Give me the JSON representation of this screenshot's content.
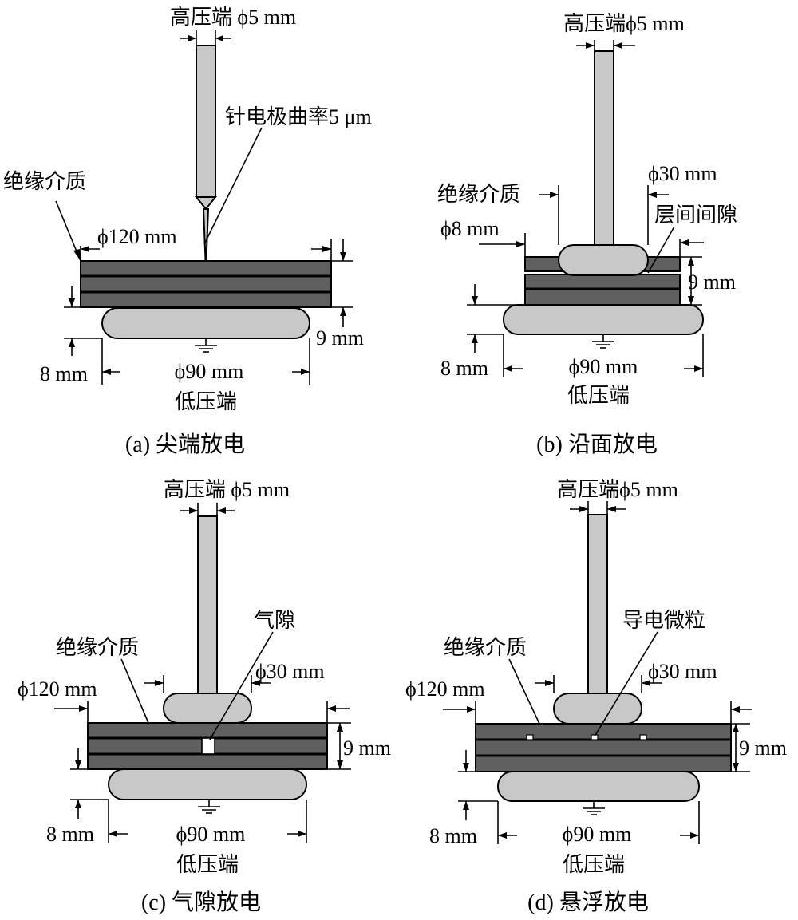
{
  "colors": {
    "dielectric": "#5f5f5f",
    "electrode": "#c8c8c8",
    "line": "#000000"
  },
  "panel_a": {
    "hv_label": "高压端 ϕ5 mm",
    "needle_label": "针电极曲率5 μm",
    "dielectric_label": "绝缘介质",
    "dia120": "ϕ120 mm",
    "dim9": "9 mm",
    "dim8": "8 mm",
    "dia90": "ϕ90 mm",
    "lv_label": "低压端",
    "caption": "(a)  尖端放电"
  },
  "panel_b": {
    "hv_label": "高压端ϕ5 mm",
    "dielectric_label": "绝缘介质",
    "dia30": "ϕ30 mm",
    "gap_label": "层间间隙",
    "dia8": "ϕ8 mm",
    "dim9": "9 mm",
    "dim8": "8 mm",
    "dia90": "ϕ90 mm",
    "lv_label": "低压端",
    "caption": "(b)  沿面放电"
  },
  "panel_c": {
    "hv_label": "高压端 ϕ5 mm",
    "void_label": "气隙",
    "dielectric_label": "绝缘介质",
    "dia30": "ϕ30 mm",
    "dia120": "ϕ120 mm",
    "dim9": "9 mm",
    "dim8": "8 mm",
    "dia90": "ϕ90 mm",
    "lv_label": "低压端",
    "caption": "(c)  气隙放电"
  },
  "panel_d": {
    "hv_label": "高压端ϕ5 mm",
    "particle_label": "导电微粒",
    "dielectric_label": "绝缘介质",
    "dia30": "ϕ30 mm",
    "dia120": "ϕ120 mm",
    "dim9": "9 mm",
    "dim8": "8 mm",
    "dia90": "ϕ90 mm",
    "lv_label": "低压端",
    "caption": "(d)  悬浮放电"
  }
}
